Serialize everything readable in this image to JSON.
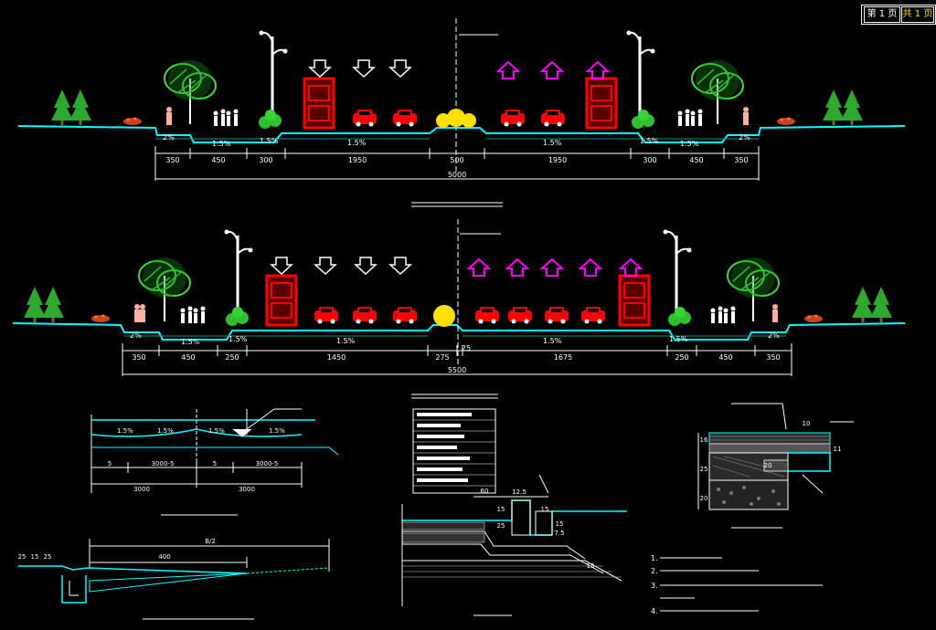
{
  "title_block": {
    "sheet_label": "第 1 页",
    "total_label": "共 1 页"
  },
  "section_a": {
    "dim_top": [
      "350",
      "450",
      "300",
      "1950",
      "500",
      "1950",
      "300",
      "450",
      "350"
    ],
    "dim_total": "5000",
    "slopes": [
      "2%",
      "1.5%",
      "1.5%",
      "1.5%",
      "1.5%",
      "1.5%",
      "1.5%",
      "2%"
    ]
  },
  "section_b": {
    "dim_top": [
      "350",
      "450",
      "250",
      "1450",
      "275",
      "25",
      "1675",
      "250",
      "450",
      "350"
    ],
    "dim_total": "5500",
    "slopes": [
      "2%",
      "1.5%",
      "1.5%",
      "1.5%",
      "1.5%",
      "1.5%",
      "2%"
    ]
  },
  "detail_left": {
    "dims": [
      "3000",
      "3000",
      "5",
      "3000-5",
      "5",
      "3000-5"
    ],
    "slopes": [
      "1.5%",
      "1.5%",
      "1.5%",
      "1.5%"
    ]
  },
  "detail_edge": {
    "dim_top": "B/2",
    "dim_inner": "400",
    "dim_left": [
      "25",
      "15",
      "25"
    ]
  },
  "detail_pavement": {
    "dims": [
      "60",
      "12.5",
      "15",
      "15",
      "25",
      "15",
      "7.5",
      "15"
    ]
  },
  "detail_right": {
    "dims": [
      "10",
      "16",
      "25",
      "20",
      "20",
      "11"
    ]
  },
  "notes": {
    "items": [
      "1.",
      "2.",
      "3.",
      "4."
    ]
  },
  "colors": {
    "background": "#000000",
    "line": "#ffffff",
    "ground": "#00ffff",
    "vehicle": "#ff0000",
    "arrow_down": "#ffffff",
    "arrow_up": "#ff00ff",
    "tree": "#33cc33",
    "shrub": "#ffe000",
    "pedestrian": "#ff9999",
    "dim_text": "#ffffff",
    "label": "#ffff99"
  }
}
